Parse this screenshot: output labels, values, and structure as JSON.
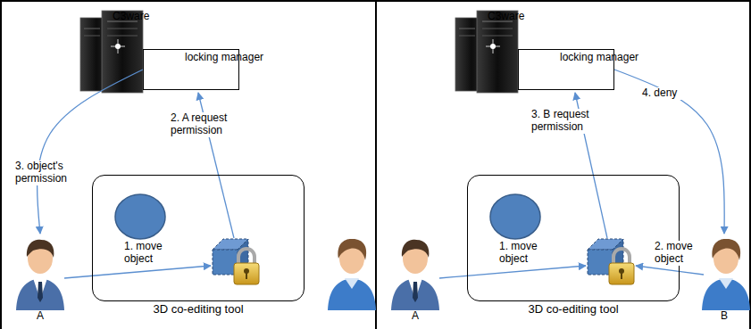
{
  "diagram": {
    "nodes": [
      {
        "text": [
          "C3ware"
        ]
      },
      {
        "text": [
          "locking manager"
        ],
        "in": 0
      },
      {
        "text": [
          "3D co-editing tool"
        ]
      },
      {
        "text": [
          "A"
        ]
      },
      {
        "text": [
          "C3ware"
        ]
      },
      {
        "text": [
          "locking manager"
        ],
        "in": 4
      },
      {
        "text": [
          "3D co-editing tool"
        ]
      },
      {
        "text": [
          "A"
        ]
      },
      {
        "text": [
          "B"
        ]
      }
    ],
    "edges": [
      {
        "from": 1,
        "to": 3,
        "label": "3. object's permission",
        "arrow": "to"
      },
      {
        "from": 5,
        "to": 8,
        "label": "4. deny",
        "arrow": "to"
      }
    ],
    "labels": [
      "2. A request permission",
      "1. move object",
      "3. B request permission",
      "1. move object",
      "2. move object"
    ]
  }
}
